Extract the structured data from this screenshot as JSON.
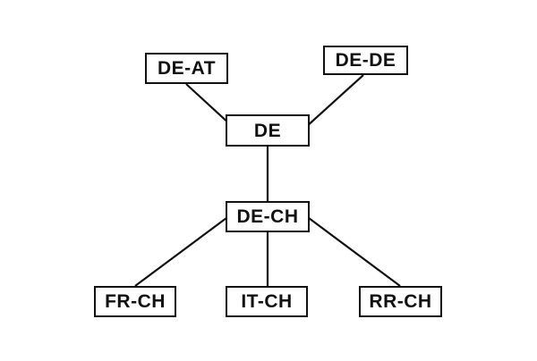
{
  "diagram": {
    "nodes": {
      "de_at": "DE-AT",
      "de_de": "DE-DE",
      "de": "DE",
      "de_ch": "DE-CH",
      "fr_ch": "FR-CH",
      "it_ch": "IT-CH",
      "rr_ch": "RR-CH"
    },
    "edges": [
      [
        "DE-AT",
        "DE"
      ],
      [
        "DE-DE",
        "DE"
      ],
      [
        "DE",
        "DE-CH"
      ],
      [
        "DE-CH",
        "FR-CH"
      ],
      [
        "DE-CH",
        "IT-CH"
      ],
      [
        "DE-CH",
        "RR-CH"
      ]
    ],
    "colors": {
      "line": "#111111",
      "node_border": "#111111",
      "node_fill": "#ffffff",
      "background": "#ffffff"
    }
  }
}
